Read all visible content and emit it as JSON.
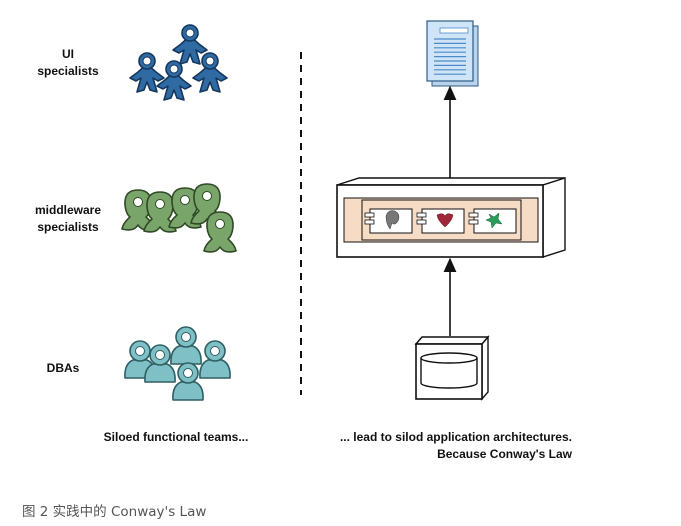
{
  "left_groups": [
    {
      "label_lines": [
        "UI",
        "specialists"
      ],
      "color": "#2f6aa3",
      "stroke": "#14375e",
      "style": "star"
    },
    {
      "label_lines": [
        "middleware",
        "specialists"
      ],
      "color": "#7aa56a",
      "stroke": "#2f4a25",
      "style": "blob"
    },
    {
      "label_lines": [
        "DBAs"
      ],
      "color": "#7fc0c6",
      "stroke": "#2e5f64",
      "style": "person"
    }
  ],
  "left_caption": "Siloed functional teams...",
  "right_caption_lines": [
    "... lead to silod application architectures.",
    "Because Conway's Law"
  ],
  "figure_caption": "图 2 实践中的 Conway's Law",
  "colors": {
    "component_panel": "#f7dcc5",
    "component_icon_1": "#777777",
    "component_icon_2": "#a0263a",
    "component_icon_3": "#2a9d5a",
    "document_fill": "#cfe4f6",
    "document_lines": "#4a8ac9"
  },
  "icons": [
    "document-icon",
    "server-box-icon",
    "database-icon",
    "arrow-icon"
  ]
}
